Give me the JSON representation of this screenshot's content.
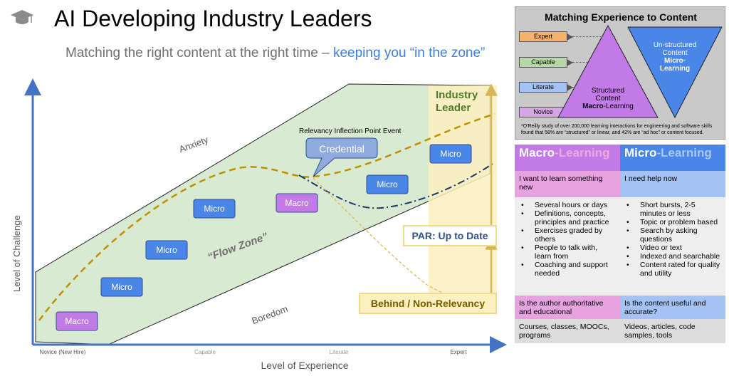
{
  "header": {
    "title": "AI Developing Industry Leaders",
    "subtitle_main": "Matching the right content at the right time – ",
    "subtitle_highlight": "keeping you “in the zone”",
    "logo_icon": "graduation-cap-icon"
  },
  "diagram": {
    "y_axis_label": "Level of Challenge",
    "x_axis_label": "Level of Experience",
    "x_ticks": [
      "Novice (New Hire)",
      "Capable",
      "Literate",
      "Expert"
    ],
    "zone_anxiety": "Anxiety",
    "zone_boredom": "Boredom",
    "zone_flow": "“Flow Zone”",
    "industry_leader_line1": "Industry",
    "industry_leader_line2": "Leader",
    "inflection_label": "Relevancy Inflection Point Event",
    "credential": "Credential",
    "par_label": "PAR: Up to Date",
    "behind_label": "Behind / Non-Relevancy",
    "boxes": [
      {
        "label": "Macro",
        "kind": "macro"
      },
      {
        "label": "Micro",
        "kind": "micro"
      },
      {
        "label": "Micro",
        "kind": "micro"
      },
      {
        "label": "Micro",
        "kind": "micro"
      },
      {
        "label": "Macro",
        "kind": "macro"
      },
      {
        "label": "Micro",
        "kind": "micro"
      },
      {
        "label": "Micro",
        "kind": "micro"
      }
    ],
    "colors": {
      "flow_zone": "#d9ead3",
      "industry_zone": "#fbf0c0",
      "micro_box": "#4a86e8",
      "macro_box": "#c27ae6",
      "axis": "#4472c4",
      "dashed_curve": "#bf9000",
      "dashdot_curve": "#1f3864",
      "arrow_gold": "#d6b656"
    }
  },
  "panel": {
    "title": "Matching Experience to Content",
    "levels": [
      {
        "label": "Expert",
        "color": "#f6b26b"
      },
      {
        "label": "Capable",
        "color": "#b6d7a8"
      },
      {
        "label": "Literate",
        "color": "#a4c2f4"
      },
      {
        "label": "Novice",
        "color": "#d5a6e6"
      }
    ],
    "structured_line1": "Structured",
    "structured_line2": "Content",
    "structured_bold": "Macro",
    "structured_rest": "-Learning",
    "unstructured_line1": "Un-structured",
    "unstructured_line2": "Content",
    "unstructured_bold1": "Micro-",
    "unstructured_bold2": "Learning",
    "note": "*O'Reilly study of over 200,000 learning interactions for engineering and software skills found that 58% are “structured” or linear, and 42% are “ad hoc” or content focused."
  },
  "table": {
    "macro_header_a": "Macro",
    "macro_header_b": "-Learning",
    "micro_header_a": "Micro",
    "micro_header_b": "-Learning",
    "macro_need": "I want to learn something new",
    "micro_need": "I need help now",
    "macro_items": [
      "Several hours or days",
      "Definitions, concepts, principles and practice",
      "Exercises graded by others",
      "People to talk with, learn from",
      "Coaching and support needed"
    ],
    "micro_items": [
      "Short bursts, 2-5 minutes or less",
      "Topic or problem based",
      "Search by asking questions",
      "Video or text",
      "Indexed and searchable",
      "Content rated for quality and utility"
    ],
    "macro_question": "Is the author authoritative and educational",
    "micro_question": "Is the content useful and accurate?",
    "macro_examples": "Courses, classes, MOOCs, programs",
    "micro_examples": "Videos, articles, code samples, tools",
    "colors": {
      "macro_header": "#c27ae6",
      "micro_header": "#4a86e8",
      "macro_light": "#e6a3e0",
      "micro_light": "#a4c2f4",
      "body": "#eeeeee",
      "body_alt": "#dcdcdc"
    }
  }
}
